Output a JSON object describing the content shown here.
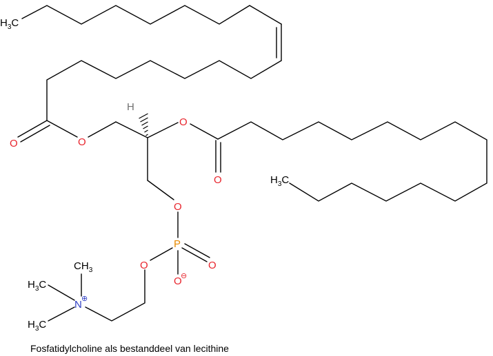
{
  "caption": "Fosfatidylcholine als bestanddeel van lecithine",
  "atoms": {
    "oxygen": "O",
    "phosphorus": "P",
    "nitrogen": "N",
    "hydrogen": "H",
    "carbon": "C",
    "methyl_h": "H",
    "methyl_sub": "3",
    "charge_plus": "⊕",
    "charge_minus": "⊖"
  },
  "colors": {
    "oxygen": "#e8242c",
    "phosphorus": "#e88a00",
    "nitrogen": "#2f3fc4",
    "hydrogen": "#707070",
    "carbon": "#000000"
  }
}
